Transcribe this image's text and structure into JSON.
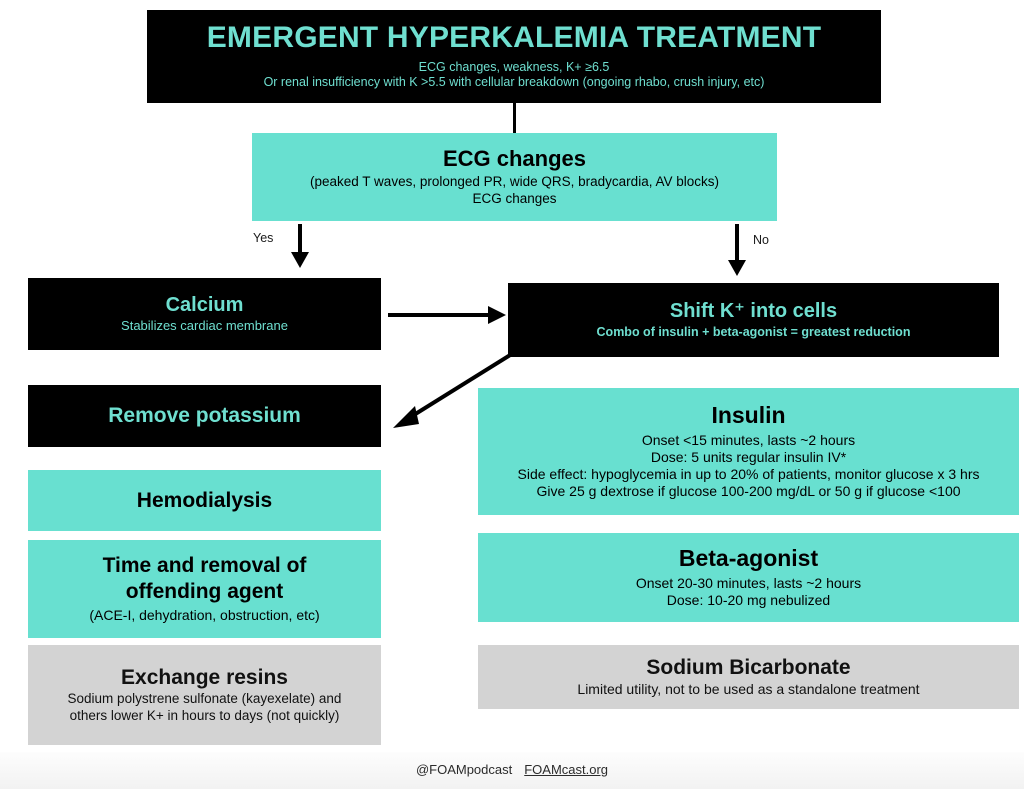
{
  "page": {
    "background": "#ffffff",
    "accent_teal": "#68e0d0",
    "accent_gray": "#d3d3d3",
    "accent_black": "#000000"
  },
  "title": {
    "heading": "EMERGENT HYPERKALEMIA TREATMENT",
    "sub_line1": "ECG changes, weakness, K+ ≥6.5",
    "sub_line2": "Or renal insufficiency with K >5.5 with cellular breakdown (ongoing rhabo, crush injury, etc)"
  },
  "ecg": {
    "heading": "ECG changes",
    "sub_line1": "(peaked T waves, prolonged PR, wide QRS, bradycardia, AV blocks)",
    "sub_line2": "ECG changes"
  },
  "branches": {
    "yes_label": "Yes",
    "no_label": "No"
  },
  "calcium": {
    "heading": "Calcium",
    "sub_line1": "Stabilizes cardiac membrane"
  },
  "shift": {
    "heading": "Shift K⁺ into cells",
    "sub_line1": "Combo of insulin + beta-agonist = greatest reduction"
  },
  "left_column": [
    {
      "name": "remove-potassium",
      "style": "black",
      "heading": "Remove potassium",
      "sub_lines": []
    },
    {
      "name": "hemodialysis",
      "style": "teal",
      "heading": "Hemodialysis",
      "sub_lines": []
    },
    {
      "name": "time-and-removal",
      "style": "teal",
      "heading_line1": "Time and removal of",
      "heading_line2": "offending agent",
      "sub_line1": "(ACE-I, dehydration, obstruction, etc)"
    },
    {
      "name": "exchange-resins",
      "style": "gray",
      "heading": "Exchange resins",
      "sub_line1": "Sodium polystrene sulfonate (kayexelate) and",
      "sub_line2": "others lower K+ in hours to days (not quickly)"
    }
  ],
  "right_column": [
    {
      "name": "insulin",
      "style": "teal",
      "heading": "Insulin",
      "sub_line1": "Onset <15 minutes, lasts ~2 hours",
      "sub_line2": "Dose: 5 units regular insulin IV*",
      "sub_line3": "Side effect: hypoglycemia in up to 20% of patients, monitor glucose x 3 hrs",
      "sub_line4": "Give 25 g dextrose if glucose 100-200 mg/dL  or 50 g if glucose <100"
    },
    {
      "name": "beta-agonist",
      "style": "teal",
      "heading": "Beta-agonist",
      "sub_line1": "Onset 20-30 minutes, lasts ~2 hours",
      "sub_line2": "Dose: 10-20 mg nebulized"
    },
    {
      "name": "sodium-bicarbonate",
      "style": "gray",
      "heading": "Sodium Bicarbonate",
      "sub_line1": "Limited utility, not to be used as a standalone treatment"
    }
  ],
  "footer": {
    "handle": "@FOAMpodcast",
    "site": "FOAMcast.org"
  }
}
